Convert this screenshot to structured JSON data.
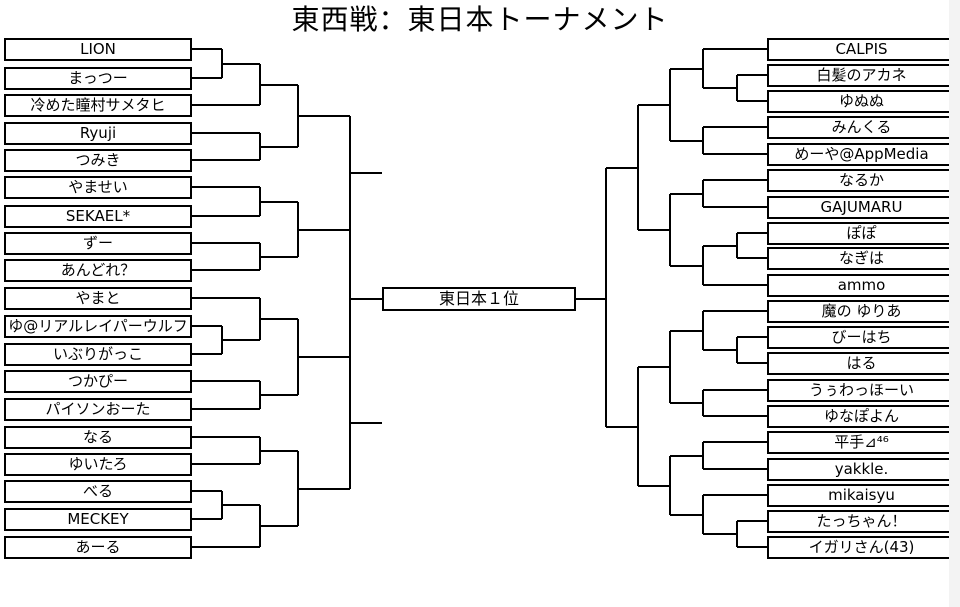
{
  "title": "東西戦：東日本トーナメント",
  "final_label": "東日本１位",
  "left_entries": [
    "LION",
    "まっつー",
    "冷めた瞳村サメタヒ",
    "Ryuji",
    "つみき",
    "やませい",
    "SEKAEL*",
    "ずー",
    "あんどれ？",
    "やまと",
    "ゆ@リアルレイパーウルフ",
    "いぶりがっこ",
    "つかぴー",
    "パイソンおーた",
    "なる",
    "ゆいたろ",
    "べる",
    "MECKEY",
    "あーる"
  ],
  "right_entries": [
    "CALPIS",
    "白髪のアカネ",
    "ゆぬぬ",
    "みんくる",
    "めーや@AppMedia",
    "なるか",
    "GAJUMARU",
    "ぽぽ",
    "なぎは",
    "ammo",
    "魔の ゆりあ",
    "びーはち",
    "はる",
    "うぅわっほーい",
    "ゆなぽよん",
    "平手⊿⁴⁶",
    "yakkle.",
    "mikaisyu",
    "たっちゃん！",
    "イガリさん(43)"
  ]
}
